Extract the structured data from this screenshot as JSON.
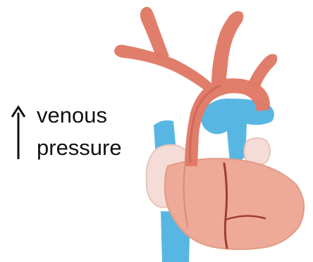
{
  "annotation": {
    "line_1": "venous",
    "line_2": "pressure",
    "arrow_direction": "up"
  },
  "illustration": {
    "subject": "heart-with-great-vessels",
    "colors": {
      "arteries": "#e07a66",
      "arteries_dark": "#c85a4a",
      "veins": "#4fb3e0",
      "ventricles": "#eeaa98",
      "atria": "#f6dcd6",
      "outline": "#a03c34",
      "text": "#111111"
    }
  }
}
